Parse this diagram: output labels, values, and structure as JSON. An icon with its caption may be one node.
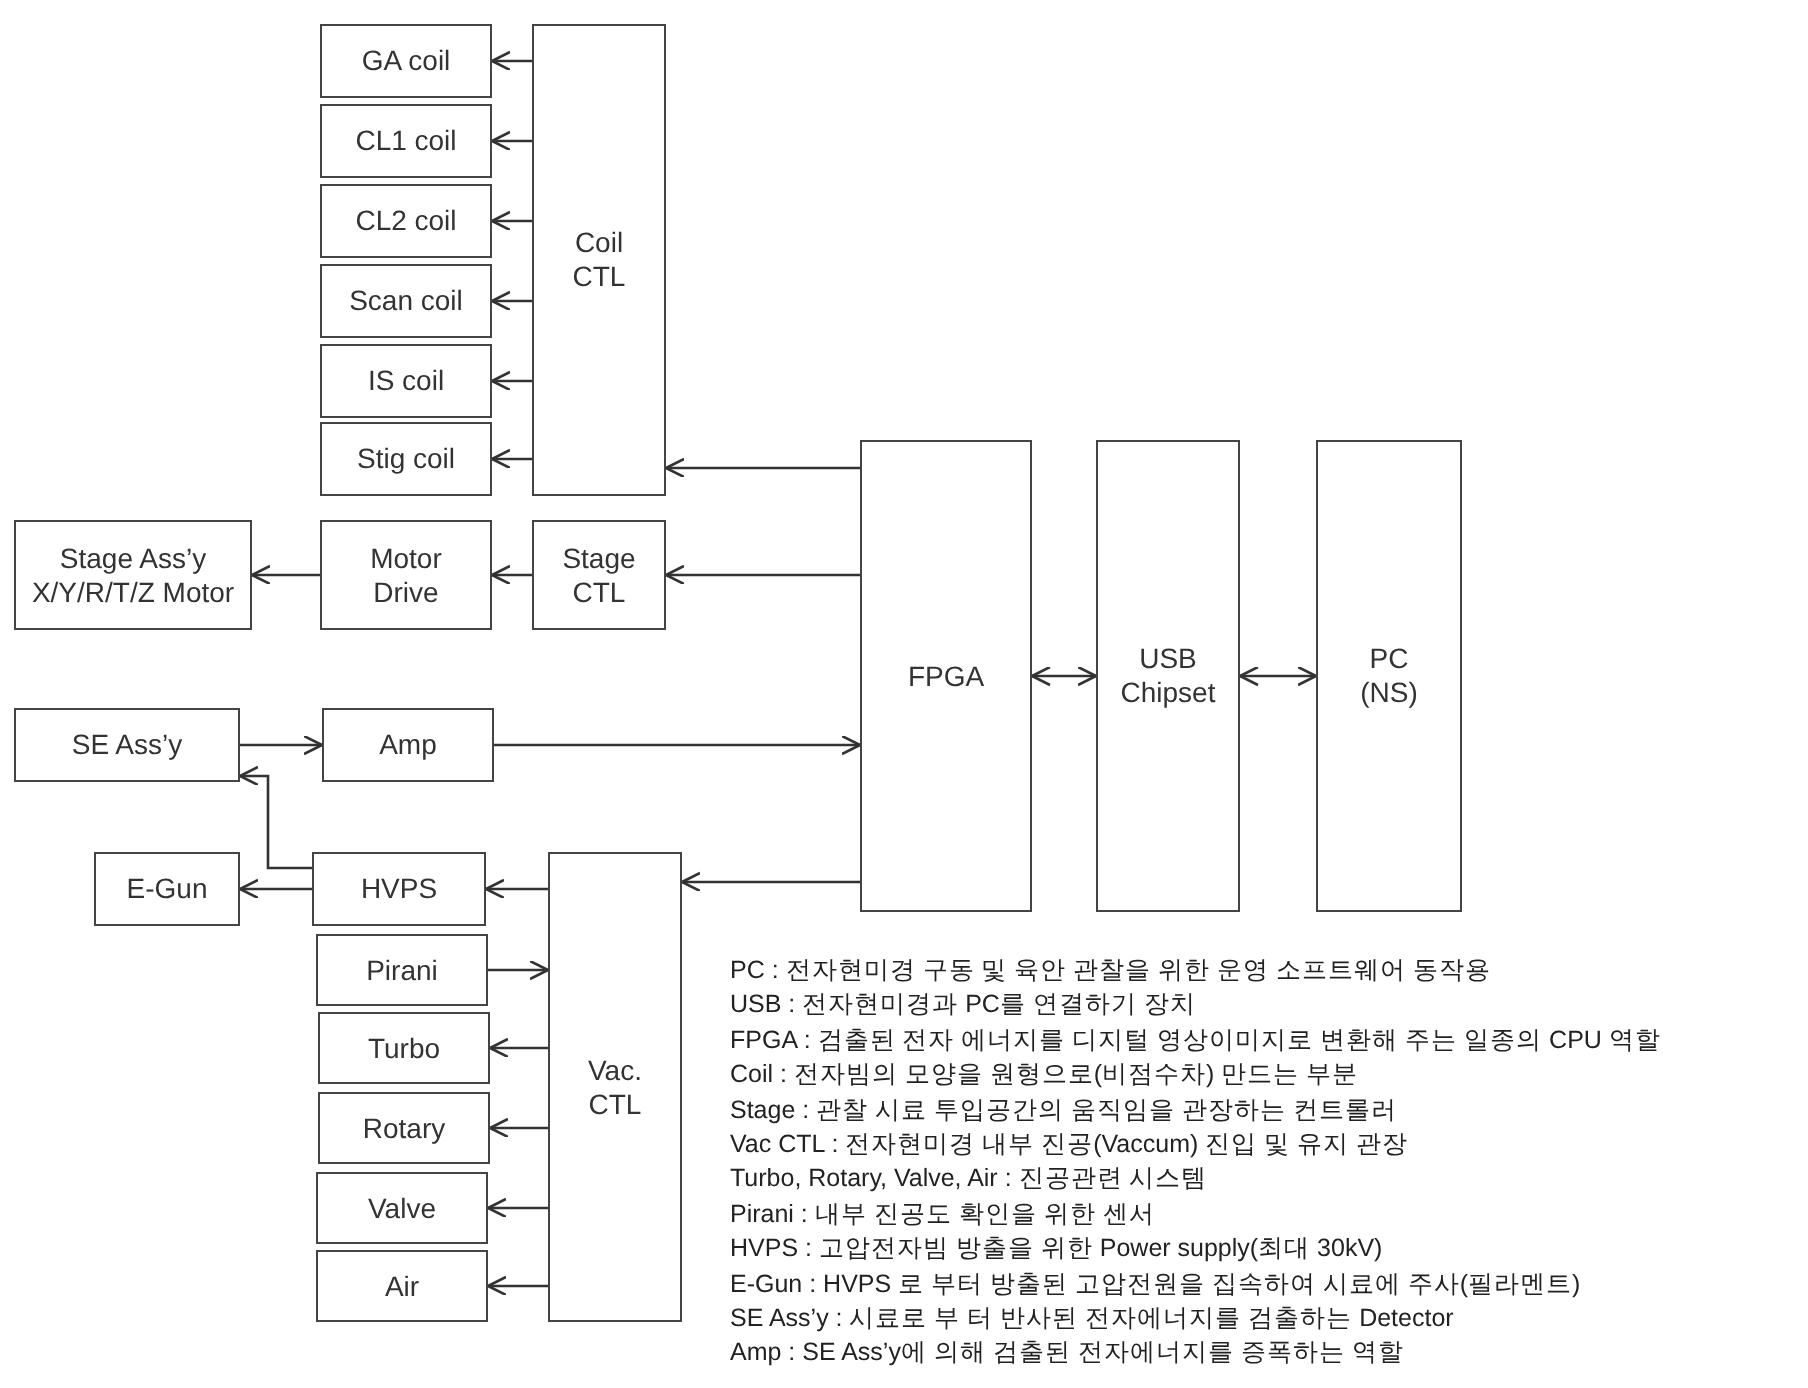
{
  "diagram": {
    "nodes": [
      {
        "text": [
          "GA coil"
        ]
      },
      {
        "text": [
          "CL1 coil"
        ]
      },
      {
        "text": [
          "CL2 coil"
        ]
      },
      {
        "text": [
          "Scan coil"
        ]
      },
      {
        "text": [
          "IS coil"
        ]
      },
      {
        "text": [
          "Stig coil"
        ]
      },
      {
        "text": [
          "Coil CTL"
        ]
      },
      {
        "text": [
          "Stage Ass’y X/Y/R/T/Z Motor"
        ]
      },
      {
        "text": [
          "Motor Drive"
        ]
      },
      {
        "text": [
          "Stage CTL"
        ]
      },
      {
        "text": [
          "FPGA"
        ]
      },
      {
        "text": [
          "USB Chipset"
        ]
      },
      {
        "text": [
          "PC (NS)"
        ]
      },
      {
        "text": [
          "SE Ass’y"
        ]
      },
      {
        "text": [
          "Amp"
        ]
      },
      {
        "text": [
          "E-Gun"
        ]
      },
      {
        "text": [
          "HVPS"
        ]
      },
      {
        "text": [
          "Pirani"
        ]
      },
      {
        "text": [
          "Turbo"
        ]
      },
      {
        "text": [
          "Rotary"
        ]
      },
      {
        "text": [
          "Valve"
        ]
      },
      {
        "text": [
          "Air"
        ]
      },
      {
        "text": [
          "Vac. CTL"
        ]
      }
    ],
    "edges": [
      {
        "from": 6,
        "to": 0,
        "arrow": "to"
      },
      {
        "from": 6,
        "to": 1,
        "arrow": "to"
      },
      {
        "from": 6,
        "to": 2,
        "arrow": "to"
      },
      {
        "from": 6,
        "to": 3,
        "arrow": "to"
      },
      {
        "from": 6,
        "to": 4,
        "arrow": "to"
      },
      {
        "from": 6,
        "to": 5,
        "arrow": "to"
      },
      {
        "from": 10,
        "to": 6,
        "arrow": "to"
      },
      {
        "from": 10,
        "to": 9,
        "arrow": "to"
      },
      {
        "from": 9,
        "to": 8,
        "arrow": "to"
      },
      {
        "from": 8,
        "to": 7,
        "arrow": "to"
      },
      {
        "from": 13,
        "to": 14,
        "arrow": "to"
      },
      {
        "from": 14,
        "to": 10,
        "arrow": "to"
      },
      {
        "from": 10,
        "to": 22,
        "arrow": "to"
      },
      {
        "from": 22,
        "to": 16,
        "arrow": "to"
      },
      {
        "from": 16,
        "to": 15,
        "arrow": "to"
      },
      {
        "from": 16,
        "to": 13,
        "arrow": "to"
      },
      {
        "from": 17,
        "to": 22,
        "arrow": "to"
      },
      {
        "from": 22,
        "to": 18,
        "arrow": "to"
      },
      {
        "from": 22,
        "to": 19,
        "arrow": "to"
      },
      {
        "from": 22,
        "to": 20,
        "arrow": "to"
      },
      {
        "from": 22,
        "to": 21,
        "arrow": "to"
      },
      {
        "from": 10,
        "to": 11,
        "arrow": "both"
      },
      {
        "from": 11,
        "to": 12,
        "arrow": "both"
      }
    ],
    "labels": [
      "PC : 전자현미경 구동 및 육안 관찰을 위한 운영 소프트웨어 동작용",
      "USB : 전자현미경과 PC를 연결하기 장치",
      "FPGA : 검출된 전자 에너지를 디지털 영상이미지로 변환해 주는 일종의 CPU 역할",
      "Coil : 전자빔의 모양을 원형으로(비점수차) 만드는 부분",
      "Stage  : 관찰 시료 투입공간의 움직임을 관장하는 컨트롤러",
      "Vac CTL : 전자현미경 내부 진공(Vaccum) 진입 및 유지 관장",
      "Turbo, Rotary, Valve, Air : 진공관련 시스템",
      "Pirani : 내부 진공도 확인을 위한 센서",
      "HVPS : 고압전자빔 방출을 위한 Power supply(최대 30kV)",
      "E-Gun : HVPS 로 부터 방출된 고압전원을 집속하여 시료에 주사(필라멘트)",
      "SE Ass’y : 시료로 부 터 반사된 전자에너지를 검출하는 Detector",
      "Amp : SE Ass’y에 의해 검출된 전자에너지를 증폭하는 역할"
    ]
  }
}
